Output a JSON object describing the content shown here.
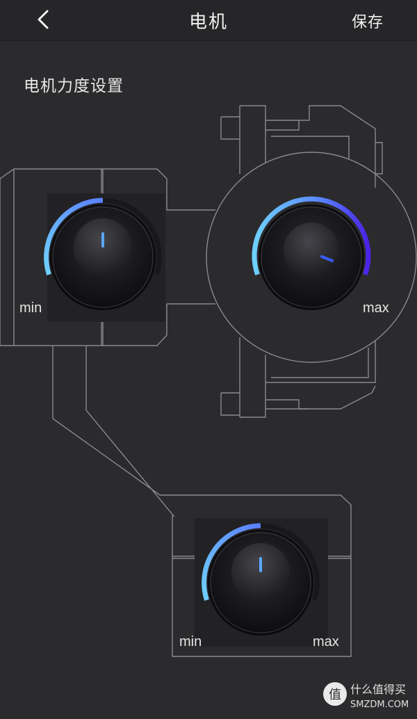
{
  "nav": {
    "title": "电机",
    "save_label": "保存"
  },
  "section": {
    "title": "电机力度设置"
  },
  "knobs": [
    {
      "id": "knob-left",
      "min_label": "min",
      "max_label": "",
      "value": 0.5
    },
    {
      "id": "knob-right",
      "min_label": "",
      "max_label": "max",
      "value": 1.0
    },
    {
      "id": "knob-bottom",
      "min_label": "min",
      "max_label": "max",
      "value": 0.5
    }
  ],
  "colors": {
    "accent_start": "#6fc8ff",
    "accent_mid": "#5a8cff",
    "accent_end": "#4a23e6",
    "background": "#2b2b2d"
  },
  "watermark": {
    "line1": "什么值得买",
    "line2": "SMZDM.COM",
    "badge": "值"
  }
}
